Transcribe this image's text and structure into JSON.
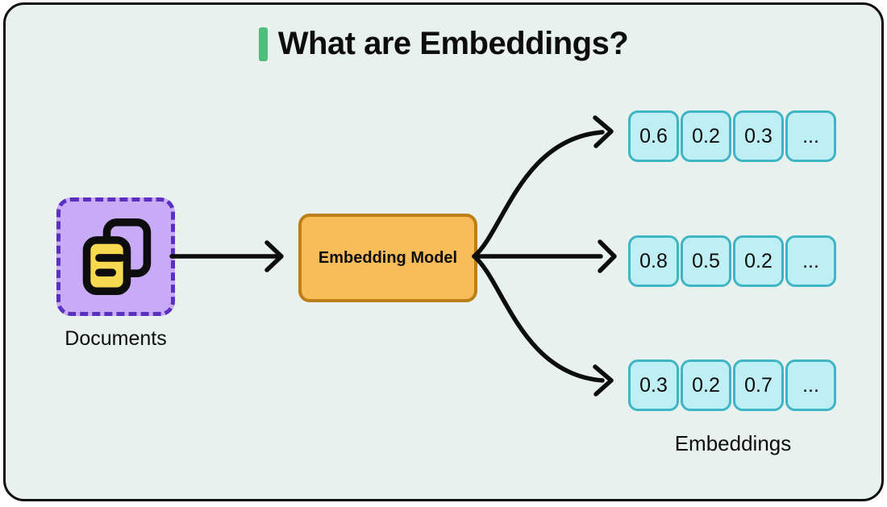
{
  "title": {
    "text": "What are Embeddings?"
  },
  "nodes": {
    "documents_label": "Documents",
    "model_label": "Embedding Model",
    "embeddings_label": "Embeddings"
  },
  "icons": {
    "documents": "documents-icon"
  },
  "vectors": {
    "rows": [
      {
        "cells": [
          "0.6",
          "0.2",
          "0.3",
          "..."
        ]
      },
      {
        "cells": [
          "0.8",
          "0.5",
          "0.2",
          "..."
        ]
      },
      {
        "cells": [
          "0.3",
          "0.2",
          "0.7",
          "..."
        ]
      }
    ]
  },
  "colors": {
    "background": "#e8f1ed",
    "card_border": "#0d0d0d",
    "accent_green": "#4fbe7c",
    "purple_fill": "#c9aaf6",
    "purple_border": "#5b2fc0",
    "orange_fill": "#f8bd59",
    "orange_border": "#bd7e16",
    "cyan_fill": "#bdeff4",
    "cyan_border": "#3fb4c4",
    "doc_yellow": "#f7d84f",
    "arrow": "#0d0d0d"
  }
}
